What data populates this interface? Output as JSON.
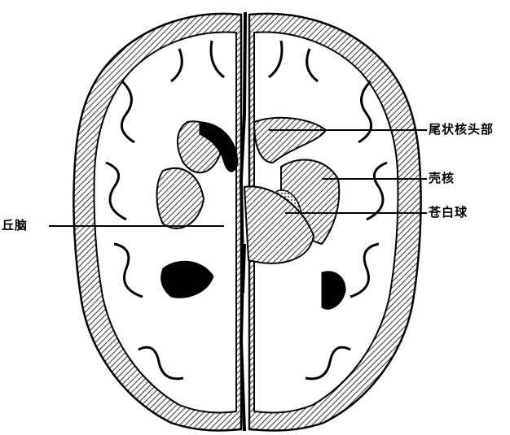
{
  "labels": {
    "caudate_head": "尾状核头部",
    "putamen": "壳核",
    "globus_pallidus": "苍白球",
    "thalamus": "丘脑"
  },
  "colors": {
    "ink": "#000000",
    "paper": "#ffffff"
  }
}
